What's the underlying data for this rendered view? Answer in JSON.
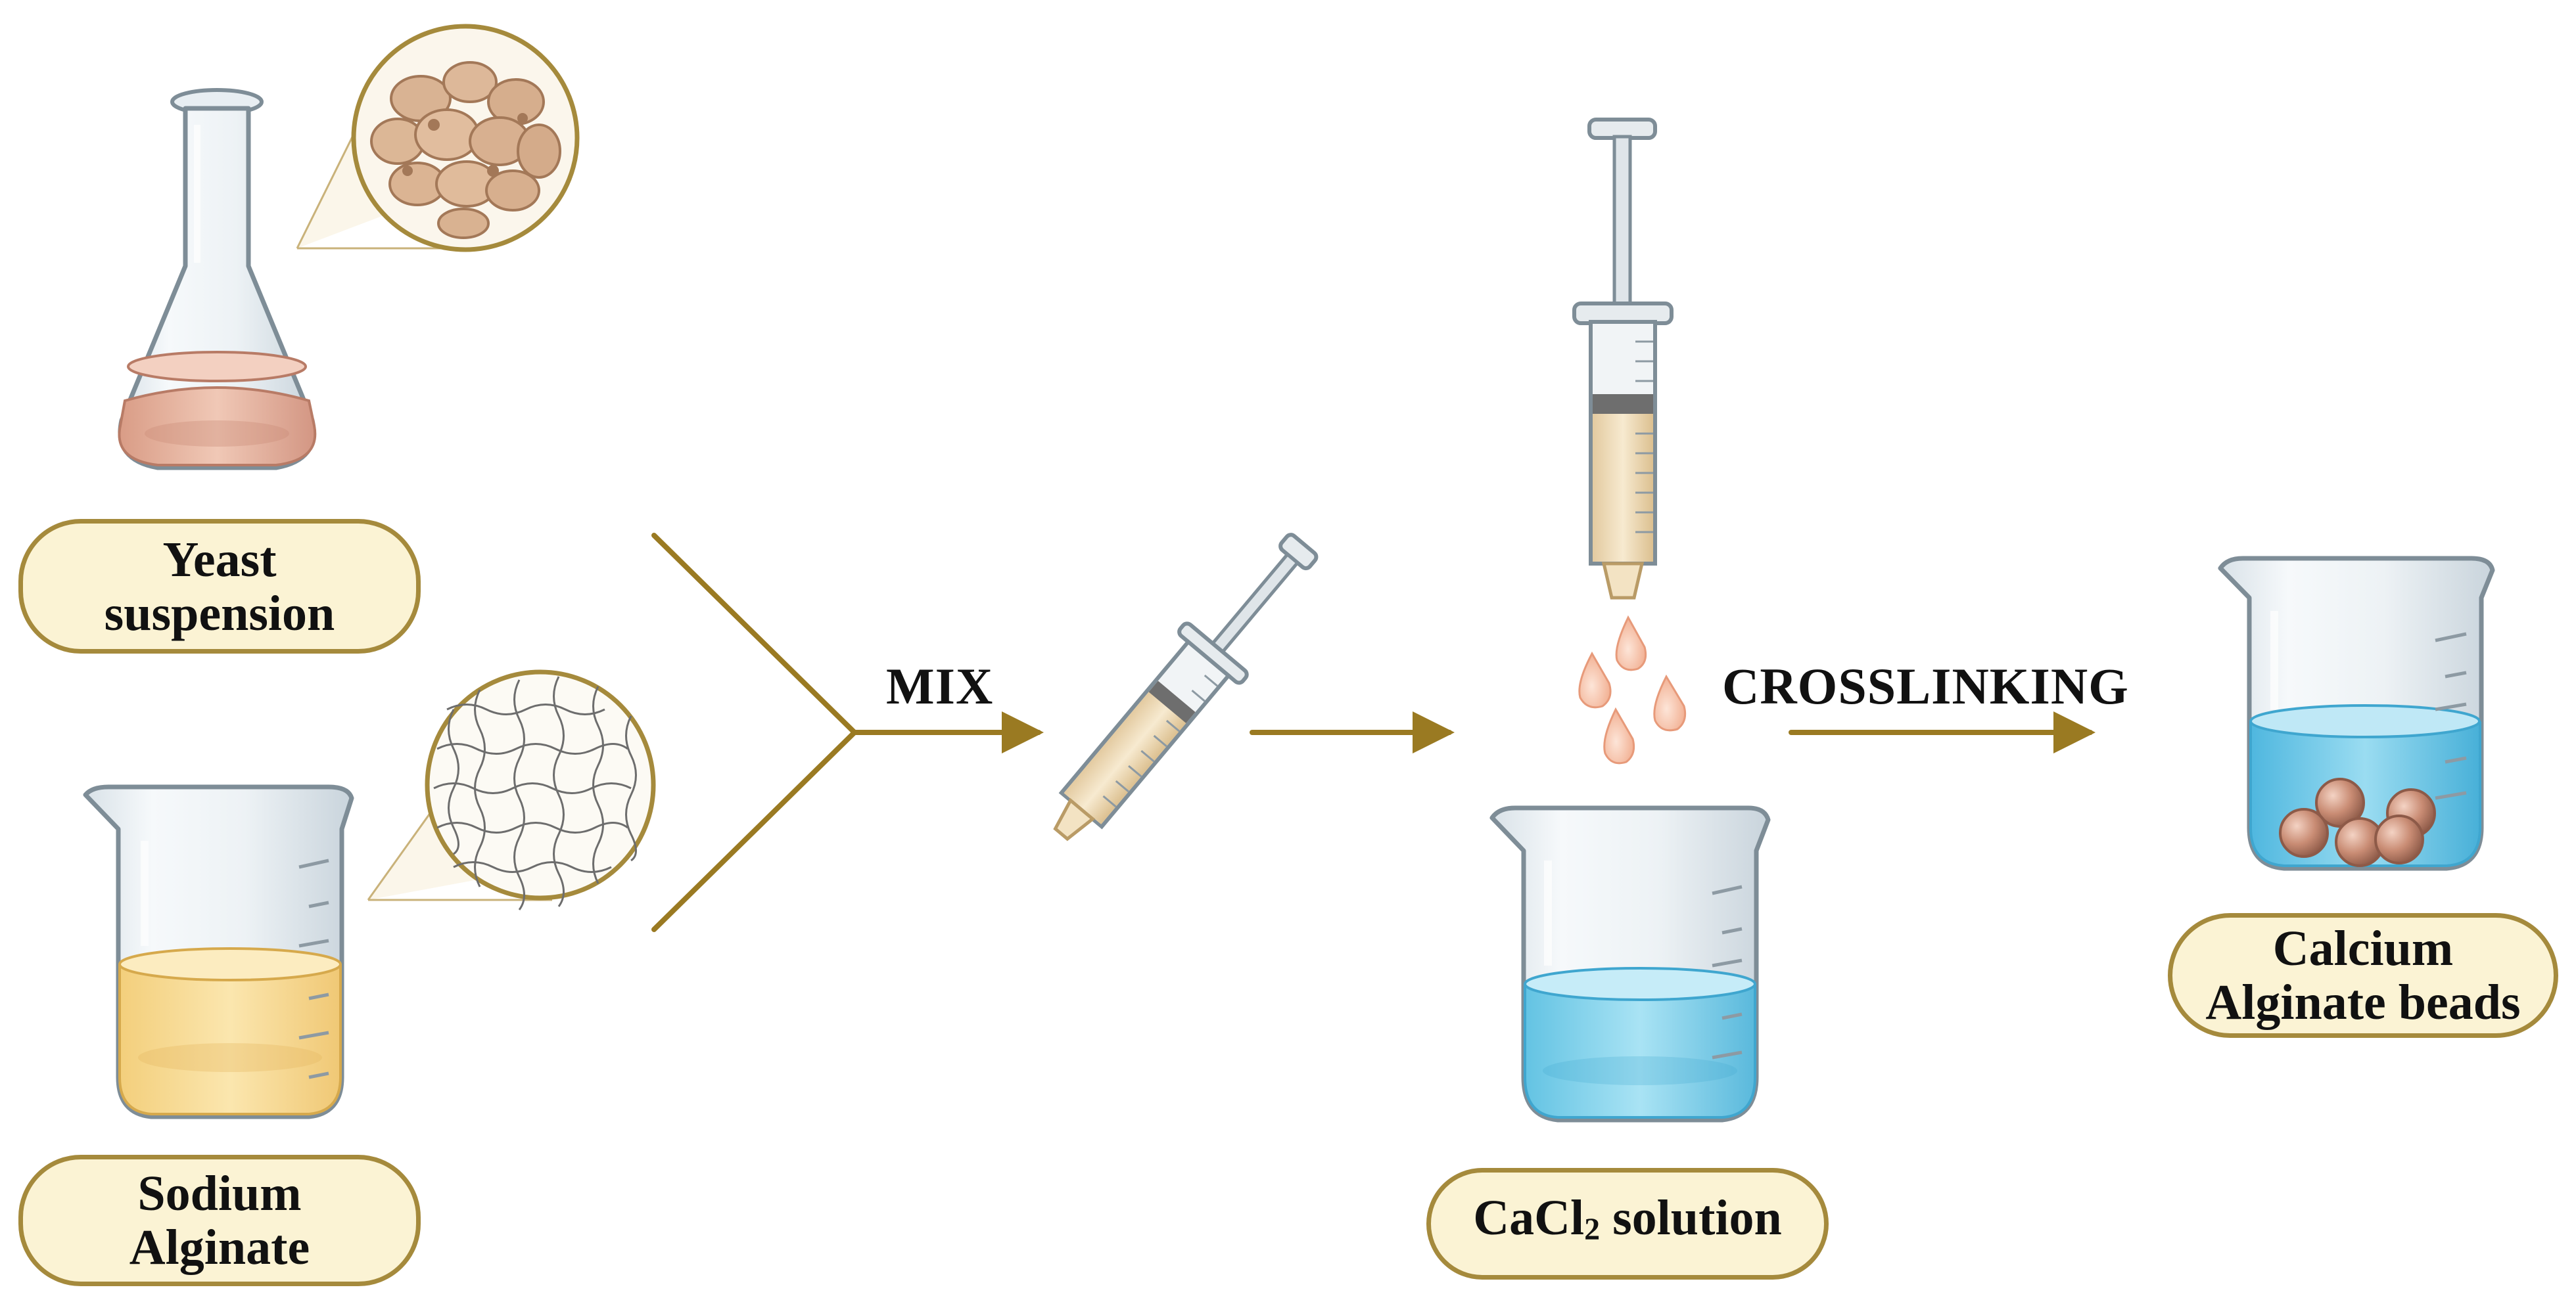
{
  "labels": {
    "yeast": {
      "line1": "Yeast",
      "line2": "suspension"
    },
    "alginate": {
      "line1": "Sodium",
      "line2": "Alginate"
    },
    "cacl2": {
      "prefix": "CaCl",
      "sub": "2",
      "suffix": " solution"
    },
    "beads": {
      "line1": "Calcium",
      "line2": "Alginate beads"
    }
  },
  "steps": {
    "mix": "MIX",
    "crosslinking": "CROSSLINKING"
  },
  "colors": {
    "arrow": "#9a7a22",
    "pill_fill": "#fbf3d4",
    "pill_border": "#a58a3c",
    "yeast_liquid": "#e8b9a3",
    "alginate_liquid": "#f8dc9a",
    "cacl2_liquid": "#8fd6ee",
    "bead": "#c9907a"
  }
}
